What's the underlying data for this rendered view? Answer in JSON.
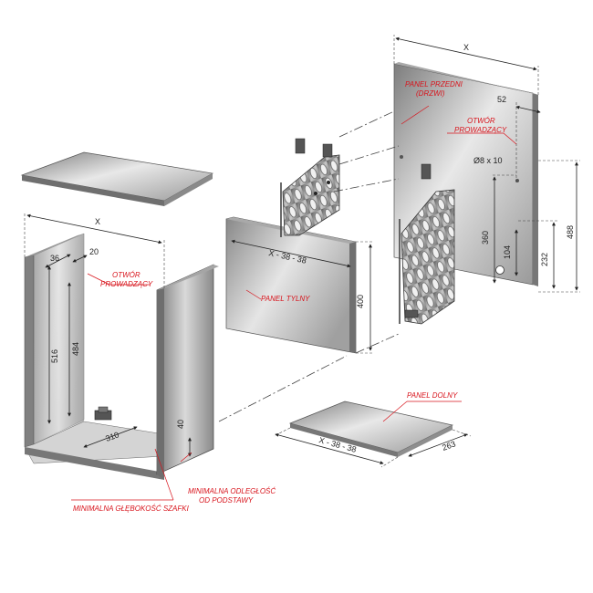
{
  "dimensions": {
    "cabinet_width": "X",
    "front_width": "X",
    "dim_36": "36",
    "dim_20": "20",
    "dim_516": "516",
    "dim_484": "484",
    "dim_310": "310",
    "dim_40": "40",
    "back_width": "X - 38 - 38",
    "back_height": "400",
    "bottom_width": "X - 38 - 38",
    "bottom_depth": "263",
    "dim_52": "52",
    "hole_size": "Ø8 x 10",
    "dim_360": "360",
    "dim_104": "104",
    "dim_232": "232",
    "dim_488": "488"
  },
  "labels": {
    "guide_hole_left": [
      "OTWÓR",
      "PROWADZĄCY"
    ],
    "guide_hole_right": [
      "OTWÓR",
      "PROWADZĄCY"
    ],
    "front_panel": [
      "PANEL PRZEDNI",
      "(DRZWI)"
    ],
    "back_panel": "PANEL TYLNY",
    "bottom_panel": "PANEL DOLNY",
    "min_depth": "MINIMALNA GŁĘBOKOŚĆ SZAFKI",
    "min_distance": [
      "MINIMALNA ODLEGŁOŚĆ",
      "OD PODSTAWY"
    ]
  },
  "colors": {
    "panel_dark": "#8f8f8f",
    "panel_light": "#e9e9e9",
    "accent_red": "#d8141c"
  }
}
